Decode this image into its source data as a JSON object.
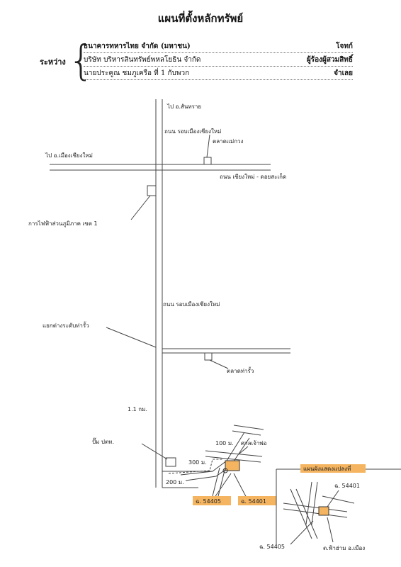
{
  "header": {
    "title": "แผนที่ตั้งหลักทรัพย์",
    "between_label": "ระหว่าง",
    "parties": [
      {
        "name": "ธนาคารทหารไทย จำกัด (มหาชน)",
        "role": "โจทก์"
      },
      {
        "name": "บริษัท  บริหารสินทรัพย์พหลโยธิน จำกัด",
        "role": "ผู้ร้องผู้สวมสิทธิ์"
      },
      {
        "name": "นายประคูณ  ชมภูเครือ   ที่ 1 กับพวก",
        "role": "จำเลย"
      }
    ]
  },
  "map": {
    "labels": {
      "to_north": "ไป  อ.สันทราย",
      "ring_road_upper": "ถนน รอบเมืองเชียงใหม่",
      "to_west": "ไป  อ.เมืองเชียงใหม่",
      "market_top": "ตลาดแม่กวง",
      "road_east": "ถนน เชียงใหม่ - ดอยสะเก็ด",
      "pea_office": "การไฟฟ้าส่วนภูมิภาค เขต 1",
      "ring_road_lower": "ถนน รอบเมืองเชียงใหม่",
      "junction": "แยกต่างระดับท่ารั้ว",
      "market_bottom": "ตลาดท่ารั้ว",
      "distance": "1.1 กม.",
      "gas_station": "ปั๊ม ปตท.",
      "dist_300": "300 ม.",
      "dist_100": "100 ม.",
      "dist_200": "200 ม.",
      "temple": "ศาลเจ้าพ่อ",
      "deed_1": "ฉ. 54405",
      "deed_2": "ฉ. 54401",
      "inset_title": "แผนผังแสดงแปลงที่",
      "inset_deed_2": "ฉ. 54401",
      "inset_deed_1": "ฉ. 54405",
      "inset_location": "ต.ฟ้าฮ่าม อ.เมือง"
    }
  }
}
